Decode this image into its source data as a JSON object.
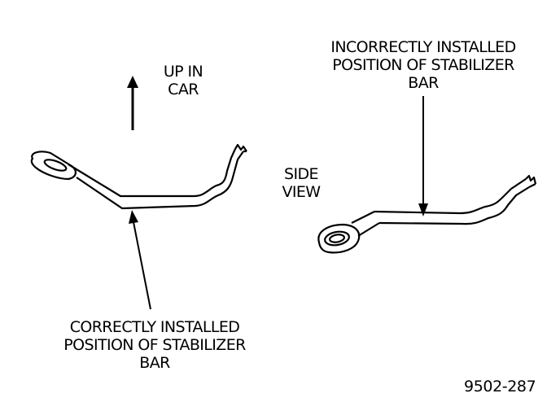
{
  "direction_label": {
    "line1": "UP IN",
    "line2": "CAR"
  },
  "correct_label": {
    "line1": "CORRECTLY INSTALLED",
    "line2": "POSITION OF STABILIZER",
    "line3": "BAR"
  },
  "incorrect_label": {
    "line1": "INCORRECTLY INSTALLED",
    "line2": "POSITION OF STABILIZER",
    "line3": "BAR"
  },
  "view_label": {
    "line1": "SIDE",
    "line2": "VIEW"
  },
  "figure_number": "9502-287",
  "colors": {
    "ink": "#000000",
    "paper": "#ffffff"
  }
}
